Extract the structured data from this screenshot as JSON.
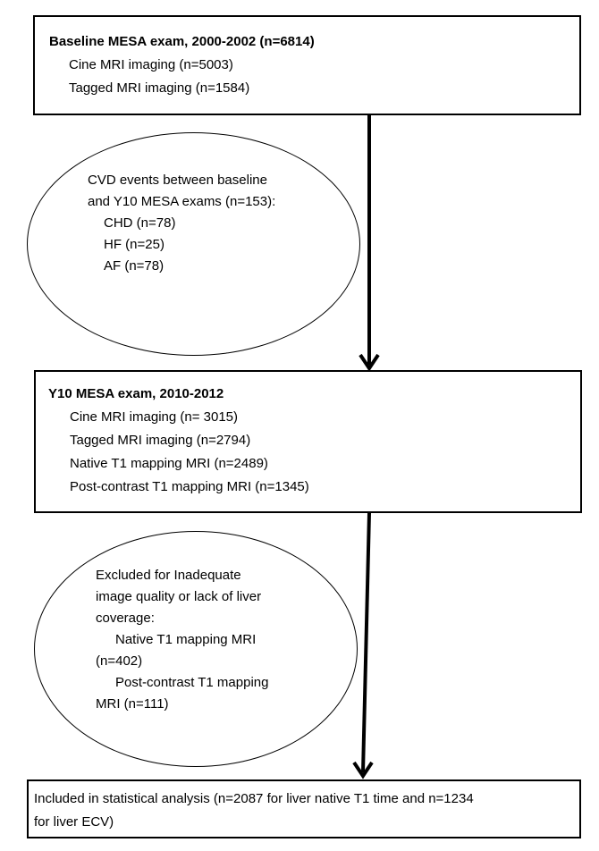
{
  "baseline_box": {
    "title": "Baseline MESA exam, 2000-2002 (n=6814)",
    "items": [
      "Cine MRI imaging (n=5003)",
      "Tagged MRI imaging (n=1584)"
    ]
  },
  "cvd_ellipse": {
    "lines": [
      "CVD events between baseline",
      "and Y10 MESA exams (n=153):",
      "CHD (n=78)",
      "HF (n=25)",
      "AF (n=78)"
    ]
  },
  "y10_box": {
    "title": "Y10 MESA exam, 2010-2012",
    "items": [
      "Cine MRI imaging (n= 3015)",
      "Tagged MRI imaging (n=2794)",
      "Native T1 mapping MRI (n=2489)",
      "Post-contrast T1 mapping MRI (n=1345)"
    ]
  },
  "excluded_ellipse": {
    "lines": [
      "Excluded for Inadequate",
      "image quality or lack of liver",
      "coverage:",
      "Native T1 mapping MRI",
      "(n=402)",
      "Post-contrast T1 mapping",
      "MRI (n=111)"
    ]
  },
  "included_box": {
    "lines": [
      "Included in statistical analysis (n=2087 for liver native T1 time and n=1234",
      "for liver ECV)"
    ]
  }
}
